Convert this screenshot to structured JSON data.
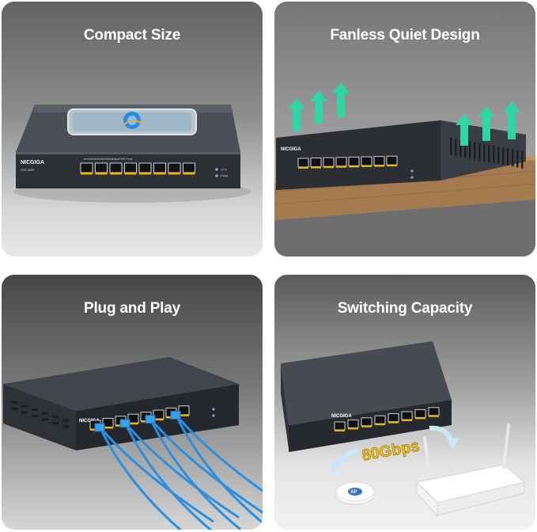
{
  "panels": [
    {
      "title": "Compact Size"
    },
    {
      "title": "Fanless Quiet Design"
    },
    {
      "title": "Plug and Play"
    },
    {
      "title": "Switching Capacity"
    }
  ],
  "device": {
    "brand": "NICGIGA",
    "model": "S08-0800",
    "ports_label": "8x100/1000/2500/5000Mbps/SVE Ports",
    "led_labels": [
      "SYS",
      "PWR"
    ]
  },
  "capacity": {
    "label": "80Gbps"
  },
  "ap_label": "AP",
  "colors": {
    "arrow": "#2fd6a3",
    "cable": "#2b8fe0",
    "capacity_text": "#f4c21a",
    "housing": "#3e4349"
  }
}
